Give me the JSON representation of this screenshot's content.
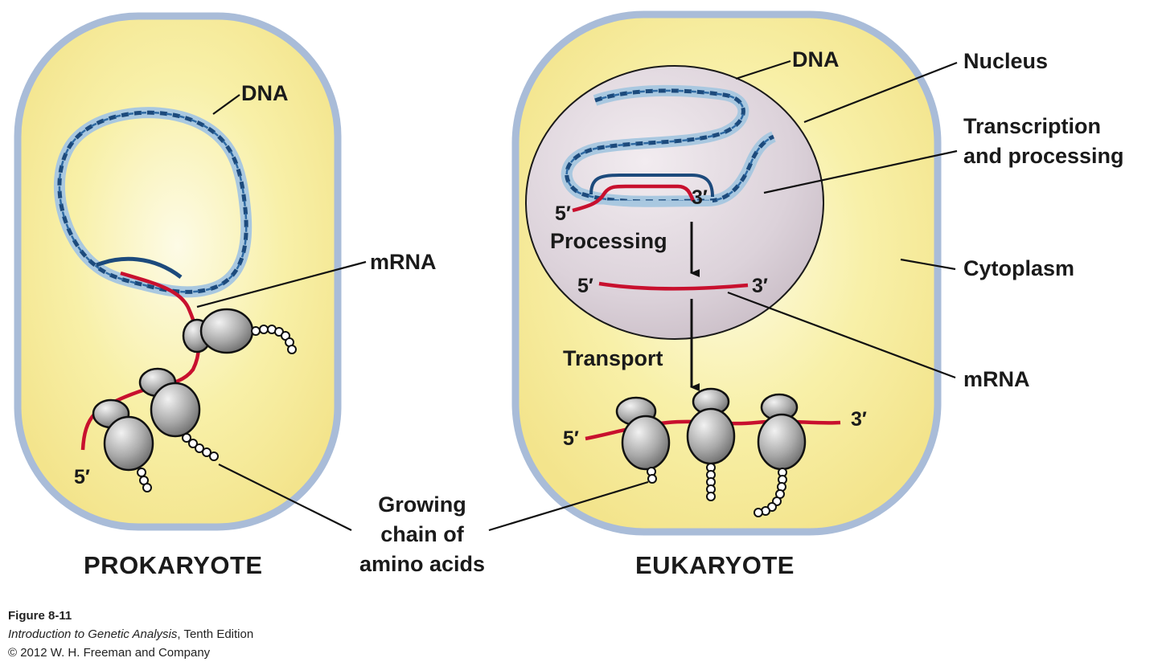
{
  "prokaryote": {
    "title": "PROKARYOTE",
    "dna": "DNA",
    "mrna": "mRNA",
    "five_prime": "5′"
  },
  "eukaryote": {
    "title": "EUKARYOTE",
    "dna": "DNA",
    "processing": "Processing",
    "transport": "Transport",
    "five_prime_nucleus": "5′",
    "three_prime_nucleus": "3′",
    "five_prime_mrna": "5′",
    "three_prime_mrna": "3′",
    "five_prime_cyto": "5′",
    "three_prime_cyto": "3′"
  },
  "shared": {
    "growing_chain": [
      "Growing",
      "chain of",
      "amino acids"
    ]
  },
  "right_labels": {
    "nucleus": "Nucleus",
    "transcription": [
      "Transcription",
      "and processing"
    ],
    "cytoplasm": "Cytoplasm",
    "mrna": "mRNA"
  },
  "credits": {
    "figure": "Figure 8-11",
    "book_title": "Introduction to Genetic Analysis",
    "edition": ", Tenth Edition",
    "copyright": "© 2012 W. H. Freeman and Company"
  },
  "colors": {
    "cytoplasm": "#f8f0a0",
    "cell_border": "#a9bcd8",
    "nucleus": "#ddd4dc",
    "dna_dark": "#1c4a7c",
    "dna_light": "#a9c8e0",
    "mrna": "#c8102e",
    "ribosome": "#9a9a9a"
  }
}
